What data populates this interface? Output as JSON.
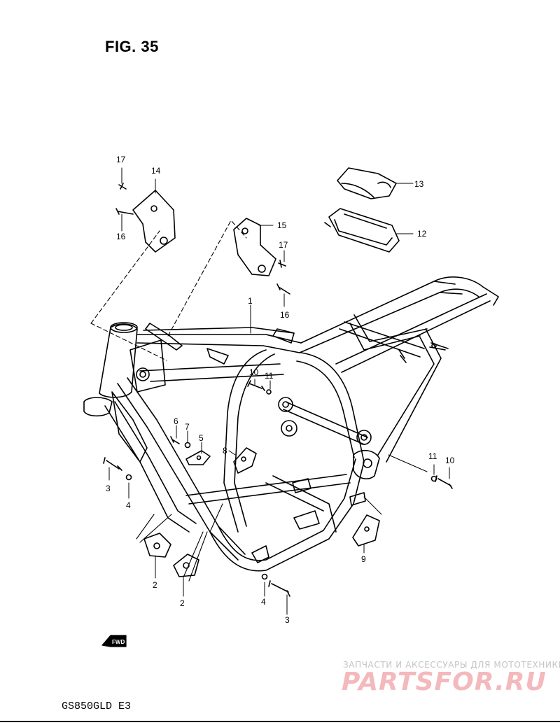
{
  "figure": {
    "title": "FIG. 35",
    "model_code": "GS850GLD  E3",
    "fwd_label": "FWD"
  },
  "callouts": {
    "c1": "1",
    "c2a": "2",
    "c2b": "2",
    "c3a": "3",
    "c3b": "3",
    "c4a": "4",
    "c4b": "4",
    "c5": "5",
    "c6": "6",
    "c7": "7",
    "c8": "8",
    "c9": "9",
    "c10a": "10",
    "c10b": "10",
    "c11a": "11",
    "c11b": "11",
    "c12": "12",
    "c13": "13",
    "c14": "14",
    "c15": "15",
    "c16a": "16",
    "c16b": "16",
    "c17a": "17",
    "c17b": "17"
  },
  "watermark": {
    "caption": "ЗАПЧАСТИ И АКСЕССУАРЫ ДЛЯ МОТОТЕХНИКИ",
    "logo": "PARTSFOR.RU"
  },
  "colors": {
    "line": "#000000",
    "background": "#ffffff",
    "watermark_logo": "#f3b9bc",
    "watermark_caption": "#c4c4c4"
  }
}
